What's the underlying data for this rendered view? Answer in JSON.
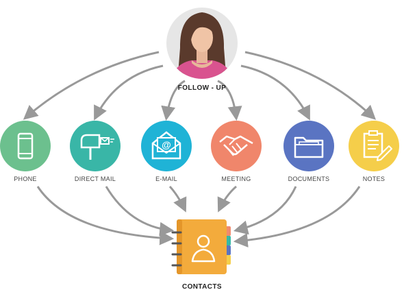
{
  "center": {
    "label": "FOLLOW - UP",
    "avatar_icon": "woman-avatar",
    "avatar_bg": "#e6e6e6"
  },
  "channels": [
    {
      "label": "PHONE",
      "icon": "phone-icon",
      "color": "#6cc08e"
    },
    {
      "label": "DIRECT MAIL",
      "icon": "mailbox-icon",
      "color": "#39b6a7"
    },
    {
      "label": "E-MAIL",
      "icon": "email-icon",
      "color": "#1fb3d6"
    },
    {
      "label": "MEETING",
      "icon": "handshake-icon",
      "color": "#f0866b"
    },
    {
      "label": "DOCUMENTS",
      "icon": "folder-icon",
      "color": "#5a74c2"
    },
    {
      "label": "NOTES",
      "icon": "notes-icon",
      "color": "#f5ce4a"
    }
  ],
  "target": {
    "label": "CONTACTS",
    "icon": "contacts-book-icon",
    "book_color": "#f3ab3c",
    "tab_colors": [
      "#ef8b6e",
      "#36b9a5",
      "#5a74c2",
      "#f5ce4a"
    ]
  },
  "arrow_color": "#999999"
}
